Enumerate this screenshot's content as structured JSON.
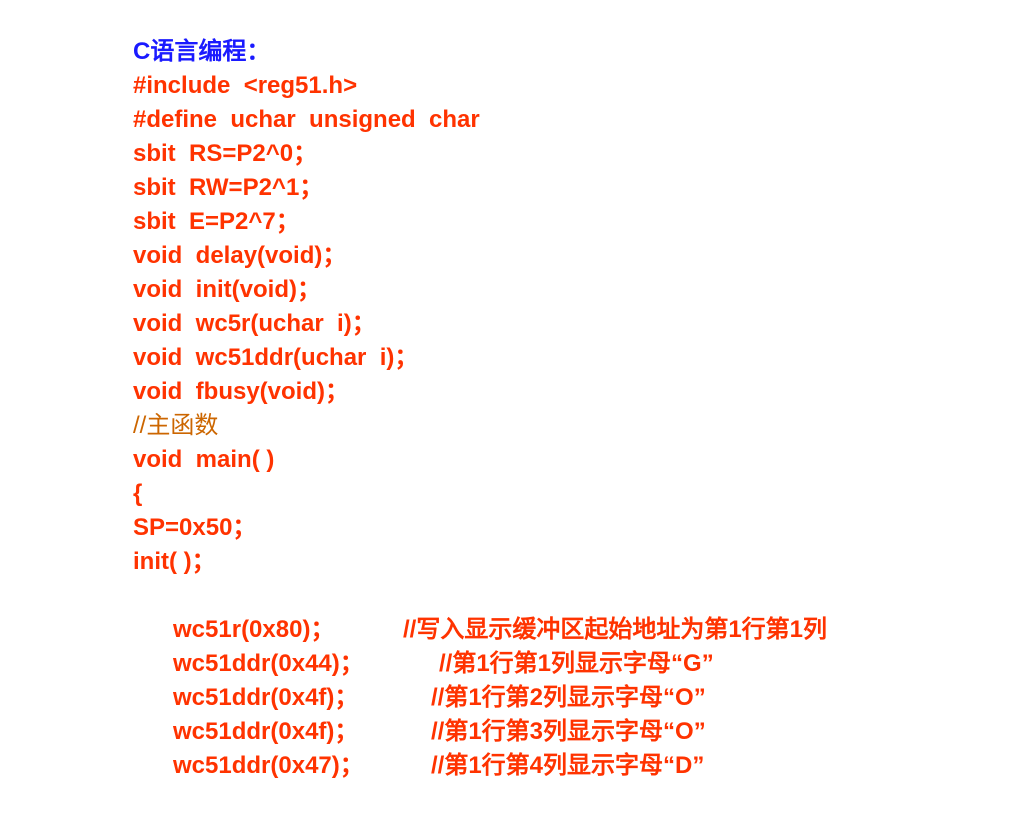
{
  "slide": {
    "heading": "C语言编程：",
    "lines": [
      "#include  <reg51.h>",
      "#define  uchar  unsigned  char",
      "sbit  RS=P2^0；",
      "sbit  RW=P2^1；",
      "sbit  E=P2^7；",
      "void  delay(void)；",
      "void  init(void)；",
      "void  wc5r(uchar  i)；",
      "void  wc51ddr(uchar  i)；",
      "void  fbusy(void)；"
    ],
    "main_comment": "//主函数",
    "main_lines": [
      "void  main( )",
      "{",
      "SP=0x50；",
      "init( )；"
    ],
    "commented_lines": [
      {
        "code": "wc51r(0x80)；",
        "comment": "//写入显示缓冲区起始地址为第1行第1列"
      },
      {
        "code": "wc51ddr(0x44)；",
        "comment": "//第1行第1列显示字母“G”"
      },
      {
        "code": "wc51ddr(0x4f)；",
        "comment": "//第1行第2列显示字母“O”"
      },
      {
        "code": "wc51ddr(0x4f)；",
        "comment": "//第1行第3列显示字母“O”"
      },
      {
        "code": "wc51ddr(0x47)；",
        "comment": "//第1行第4列显示字母“D”"
      }
    ],
    "colors": {
      "code": "#ff3300",
      "heading": "#1a1aff",
      "comment": "#cc6600"
    }
  }
}
